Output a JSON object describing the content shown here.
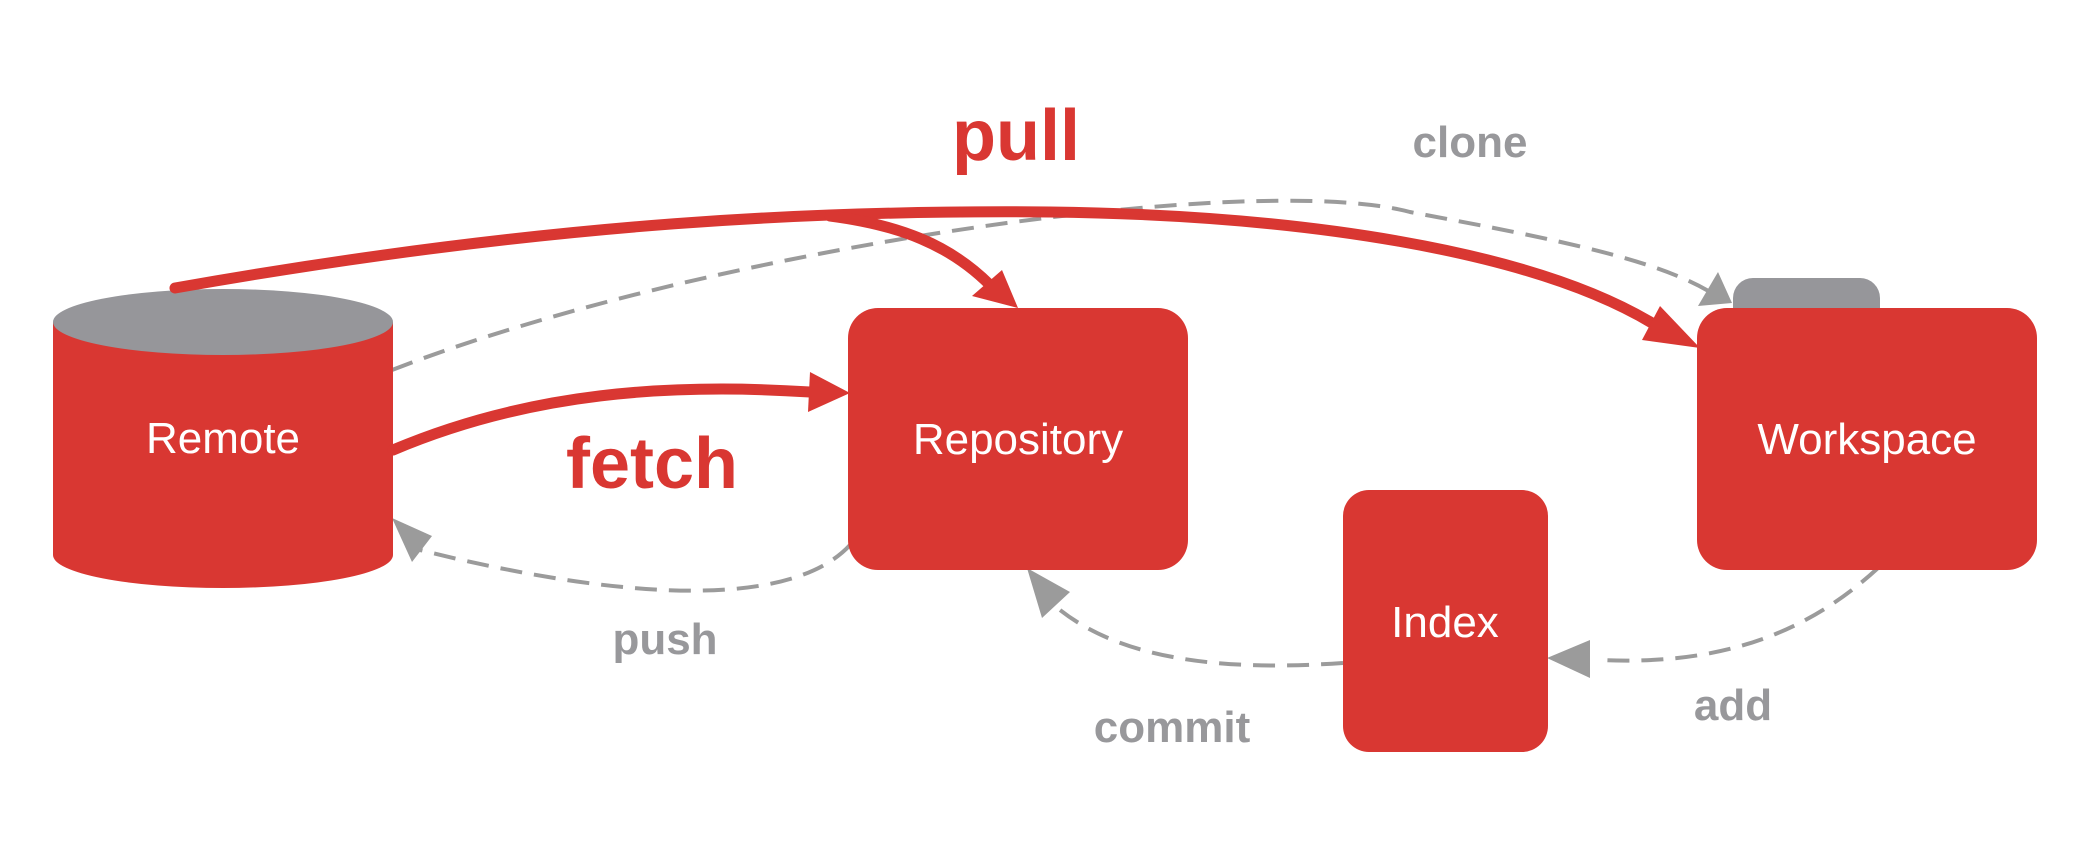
{
  "nodes": {
    "remote": "Remote",
    "repository": "Repository",
    "workspace": "Workspace",
    "index": "Index"
  },
  "operations": {
    "pull": "pull",
    "fetch": "fetch",
    "clone": "clone",
    "push": "push",
    "commit": "commit",
    "add": "add"
  },
  "colors": {
    "node": "#d93732",
    "strong_arrow": "#d93732",
    "dashed_arrow": "#9b9b9b",
    "cylinder_top": "#96969a",
    "folder_tab": "#96969a",
    "label_gray": "#98989b"
  }
}
